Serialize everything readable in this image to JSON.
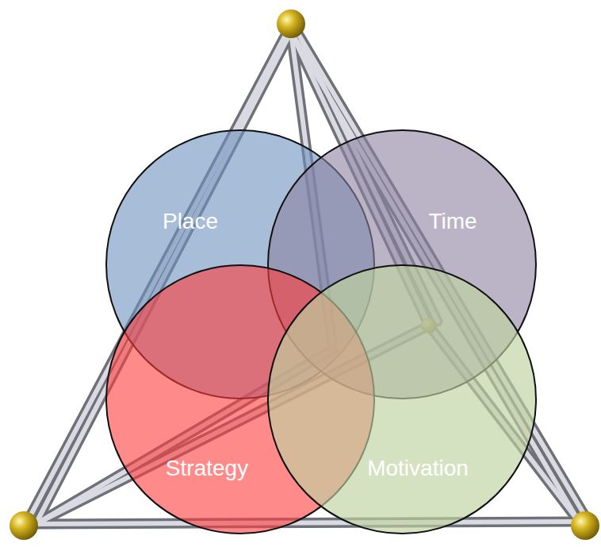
{
  "diagram": {
    "nodes": [
      {
        "text": [
          "Place"
        ]
      },
      {
        "text": [
          "Time"
        ]
      },
      {
        "text": [
          "Strategy"
        ]
      },
      {
        "text": [
          "Motivation"
        ]
      }
    ]
  }
}
